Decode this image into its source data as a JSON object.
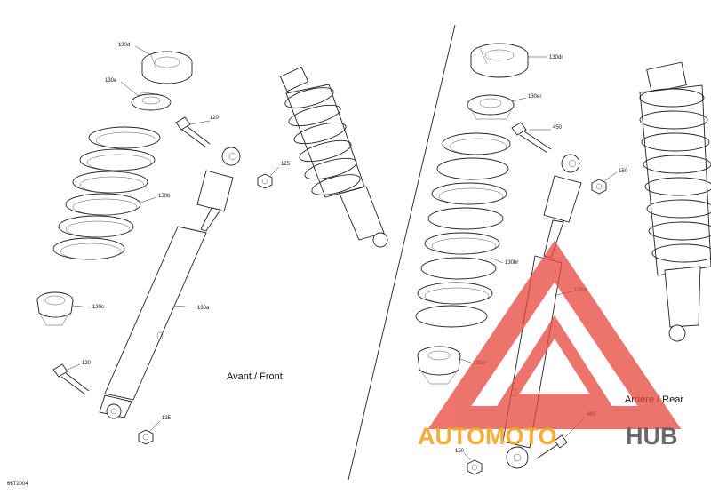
{
  "figure_id": "66T2004",
  "sections": {
    "front": "Avant / Front",
    "rear": "Arrière / Rear"
  },
  "callouts_front": [
    "130d",
    "130e",
    "120",
    "125",
    "130b",
    "130c",
    "130a",
    "120",
    "125"
  ],
  "callouts_rear": [
    "130dr",
    "130er",
    "450",
    "150",
    "130br",
    "130ar",
    "130cr",
    "460",
    "150"
  ],
  "watermark": {
    "text_orange": "AUTOMOTO",
    "text_gray": "HUB",
    "color_triangle": "#e8463c",
    "color_orange": "#f5a623",
    "color_gray": "#5a5a5a"
  }
}
